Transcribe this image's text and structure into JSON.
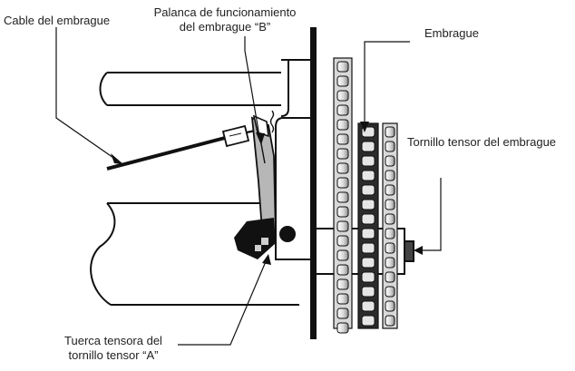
{
  "labels": {
    "clutch_cable": "Cable del embrague",
    "lever_line1": "Palanca de funcionamiento",
    "lever_line2": "del embrague “B”",
    "clutch": "Embrague",
    "clutch_screw": "Tornillo tensor del embrague",
    "nut_line1": "Tuerca tensora del",
    "nut_line2": "tornillo tensor “A”"
  },
  "colors": {
    "ink": "#111111",
    "shade": "#b7b7b7",
    "paper": "#ffffff",
    "text": "#222222"
  }
}
